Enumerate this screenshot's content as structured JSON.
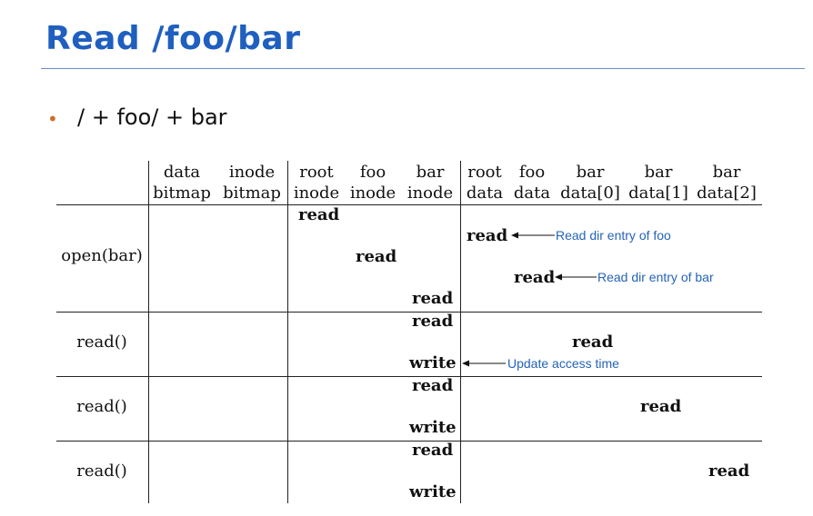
{
  "title": "Read /foo/bar",
  "colors": {
    "title": "#1f5fbf",
    "rule": "#6a8fc4",
    "bullet": "#c8722a",
    "annotation": "#2563b8"
  },
  "bullet": {
    "text": "/ + foo/ + bar"
  },
  "table": {
    "headers": [
      {
        "line1": "data",
        "line2": "bitmap"
      },
      {
        "line1": "inode",
        "line2": "bitmap"
      },
      {
        "line1": "root",
        "line2": "inode"
      },
      {
        "line1": "foo",
        "line2": "inode"
      },
      {
        "line1": "bar",
        "line2": "inode"
      },
      {
        "line1": "root",
        "line2": "data"
      },
      {
        "line1": "foo",
        "line2": "data"
      },
      {
        "line1": "bar",
        "line2": "data[0]"
      },
      {
        "line1": "bar",
        "line2": "data[1]"
      },
      {
        "line1": "bar",
        "line2": "data[2]"
      }
    ],
    "rows": [
      {
        "label": "open(bar)",
        "ops": [
          "read",
          "read",
          "read",
          "read",
          "read"
        ]
      },
      {
        "label": "read()",
        "ops": [
          "read",
          "read",
          "write"
        ]
      },
      {
        "label": "read()",
        "ops": [
          "read",
          "read",
          "write"
        ]
      },
      {
        "label": "read()",
        "ops": [
          "read",
          "read",
          "write"
        ]
      }
    ],
    "annotations": [
      "Read dir entry of foo",
      "Read dir entry of bar",
      "Update access time"
    ]
  }
}
